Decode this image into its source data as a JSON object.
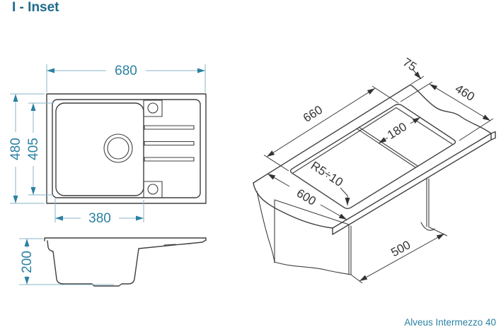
{
  "title": "I - Inset",
  "product_name": "Alveus Intermezzo 40",
  "colors": {
    "accent_teal": "#2a81a3",
    "teal_dim_line": "#8ab6ca",
    "drawing_line": "#3f3f3f",
    "iso_dim": "#333333",
    "title_teal": "#1d6b8c"
  },
  "top_view": {
    "overall_width": "680",
    "overall_depth": "480",
    "bowl_depth": "405",
    "bowl_width": "380"
  },
  "side_view": {
    "bowl_height": "200"
  },
  "iso_view": {
    "cutout_length": "660",
    "rear_offset": "75",
    "cutout_width": "460",
    "end_section": "180",
    "corner_radius": "R5÷10",
    "worktop_depth": "600",
    "cabinet_width": "500"
  }
}
